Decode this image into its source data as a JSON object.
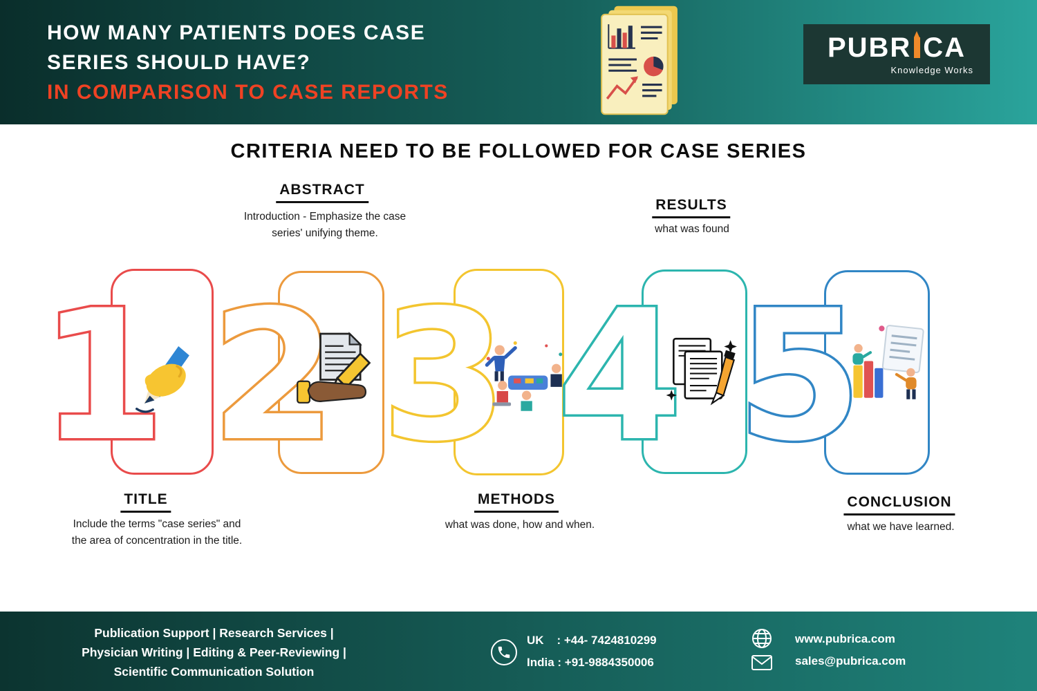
{
  "header": {
    "title_line1": "HOW MANY PATIENTS DOES CASE",
    "title_line2": "SERIES SHOULD HAVE?",
    "subtitle": "IN COMPARISON TO CASE REPORTS",
    "subtitle_color": "#ef4223",
    "illustration_icon": "document-chart-icon",
    "logo": {
      "part1": "PUBR",
      "part2": "CA",
      "pencil_color": "#f08a2a",
      "tagline": "Knowledge Works"
    }
  },
  "main": {
    "heading": "CRITERIA NEED TO BE FOLLOWED FOR CASE SERIES",
    "steps": [
      {
        "number": "1",
        "label": "TITLE",
        "description": "Include the terms \"case series\" and the area of concentration in the title.",
        "color": "#e94b4b",
        "icon": "writing-hand-icon",
        "label_position": "below"
      },
      {
        "number": "2",
        "label": "ABSTRACT",
        "description": "Introduction - Emphasize the case series' unifying theme.",
        "color": "#ec9a3d",
        "icon": "document-in-hand-icon",
        "label_position": "above"
      },
      {
        "number": "3",
        "label": "METHODS",
        "description": "what was done, how and when.",
        "color": "#f3c52f",
        "icon": "team-meeting-icon",
        "label_position": "below"
      },
      {
        "number": "4",
        "label": "RESULTS",
        "description": "what was found",
        "color": "#2cb5ae",
        "icon": "report-pencil-icon",
        "label_position": "above"
      },
      {
        "number": "5",
        "label": "CONCLUSION",
        "description": "what we have learned.",
        "color": "#3186c5",
        "icon": "learning-people-icon",
        "label_position": "below"
      }
    ]
  },
  "footer": {
    "services_line1": "Publication Support  |  Research Services  |",
    "services_line2": "Physician Writing  |  Editing & Peer-Reviewing  |",
    "services_line3": "Scientific  Communication Solution",
    "phone_icon": "phone-icon",
    "uk_line": "UK    : +44- 7424810299",
    "india_line": "India : +91-9884350006",
    "website_icon": "globe-icon",
    "website": "www.pubrica.com",
    "email_icon": "mail-icon",
    "email": "sales@pubrica.com"
  }
}
